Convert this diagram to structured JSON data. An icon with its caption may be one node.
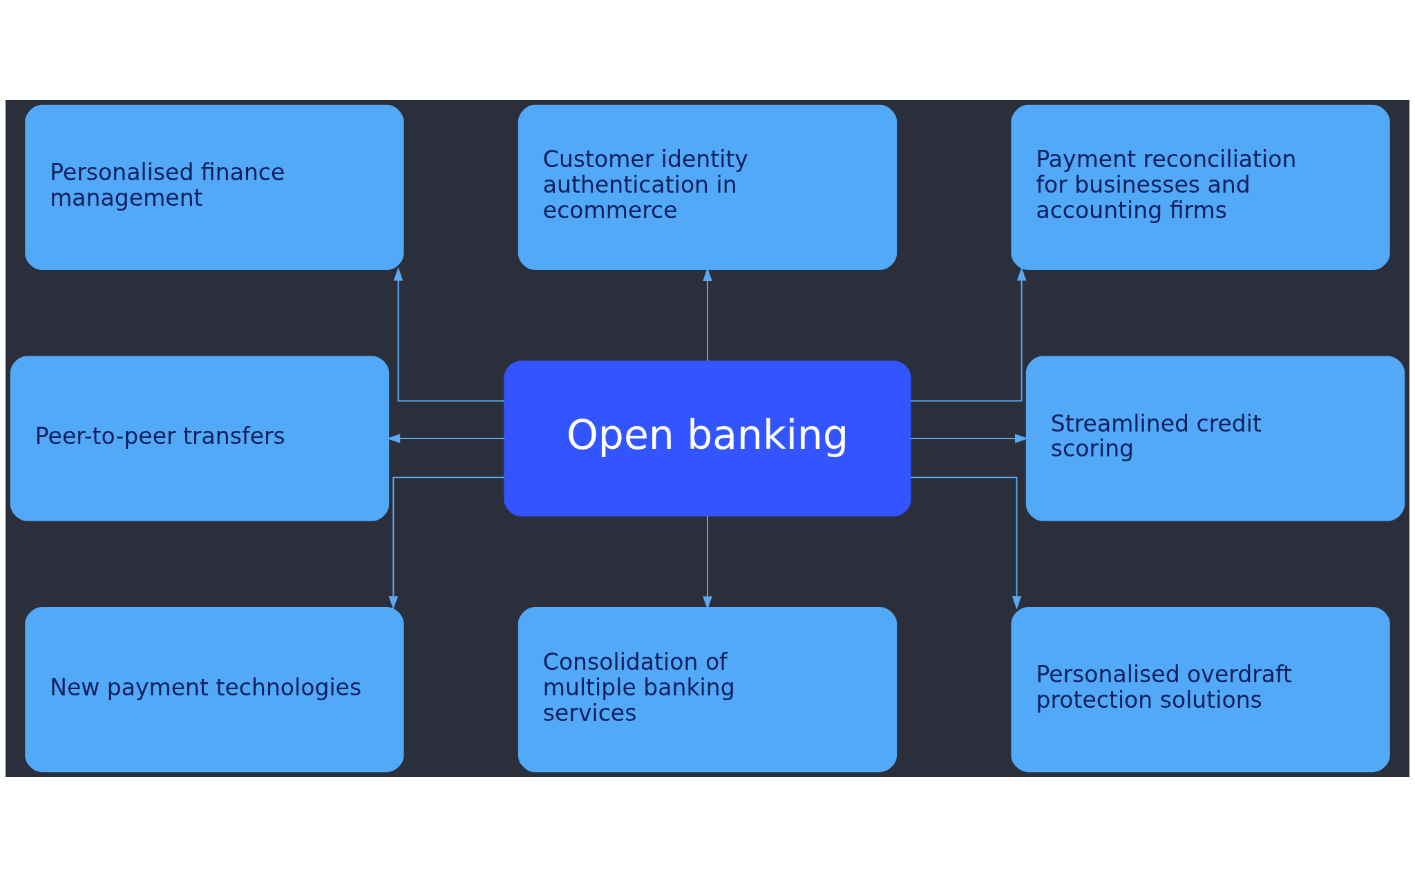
{
  "diagram": {
    "nodes": [
      {
        "text": [
          "Personalised finance management"
        ]
      },
      {
        "text": [
          "Customer identity authentication in ecommerce"
        ]
      },
      {
        "text": [
          "Payment reconciliation for businesses and accounting firms"
        ]
      },
      {
        "text": [
          "Peer-to-peer transfers"
        ]
      },
      {
        "text": [
          "Open banking"
        ]
      },
      {
        "text": [
          "Streamlined credit scoring"
        ]
      },
      {
        "text": [
          "New payment technologies"
        ]
      },
      {
        "text": [
          "Consolidation of multiple banking services"
        ]
      },
      {
        "text": [
          "Personalised overdraft protection solutions"
        ]
      }
    ],
    "edges": [
      {
        "from": 4,
        "to": 0,
        "arrow": "to"
      },
      {
        "from": 4,
        "to": 1,
        "arrow": "to"
      },
      {
        "from": 4,
        "to": 2,
        "arrow": "to"
      },
      {
        "from": 4,
        "to": 3,
        "arrow": "to"
      },
      {
        "from": 4,
        "to": 5,
        "arrow": "to"
      },
      {
        "from": 4,
        "to": 6,
        "arrow": "to"
      },
      {
        "from": 4,
        "to": 7,
        "arrow": "to"
      },
      {
        "from": 4,
        "to": 8,
        "arrow": "to"
      }
    ]
  }
}
